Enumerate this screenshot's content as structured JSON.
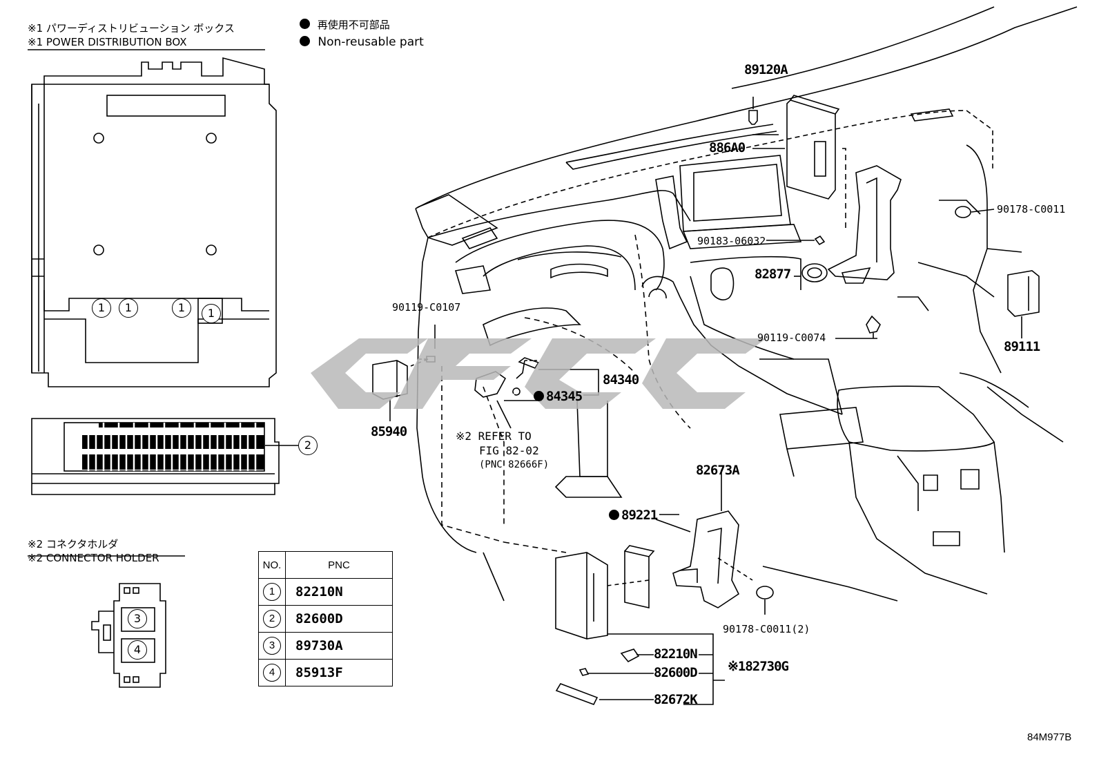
{
  "legend": {
    "jp": "再使用不可部品",
    "en": "Non-reusable part"
  },
  "inset1": {
    "jp": "※1  パワーディストリビューション ボックス",
    "en": "※1  POWER DISTRIBUTION BOX",
    "callouts": [
      "1",
      "1",
      "1",
      "1",
      "2"
    ]
  },
  "inset2": {
    "jp": "※2 コネクタホルダ",
    "en": "※2 CONNECTOR HOLDER",
    "callouts": [
      "3",
      "4"
    ]
  },
  "table": {
    "headers": [
      "NO.",
      "PNC"
    ],
    "rows": [
      {
        "no": "1",
        "pnc": "82210N"
      },
      {
        "no": "2",
        "pnc": "82600D"
      },
      {
        "no": "3",
        "pnc": "89730A"
      },
      {
        "no": "4",
        "pnc": "85913F"
      }
    ]
  },
  "parts": {
    "p89120A": "89120A",
    "p886A0": "886A0",
    "p90178_top": "90178-C0011",
    "p90183": "90183-06032",
    "p82877": "82877",
    "p90119_C0107": "90119-C0107",
    "p90119_C0074": "90119-C0074",
    "p89111": "89111",
    "p84340": "84340",
    "p84345": "84345",
    "p85940": "85940",
    "ref_line1": "※2 REFER TO",
    "ref_line2": "FIG 82-02",
    "ref_line3": "(PNC 82666F)",
    "p82673A": "82673A",
    "p89221": "89221",
    "p90178_bottom": "90178-C0011(2)",
    "p82210N": "82210N",
    "p82600D": "82600D",
    "p82730G": "※182730G",
    "p82672K": "82672K"
  },
  "figure_code": "84M977B"
}
